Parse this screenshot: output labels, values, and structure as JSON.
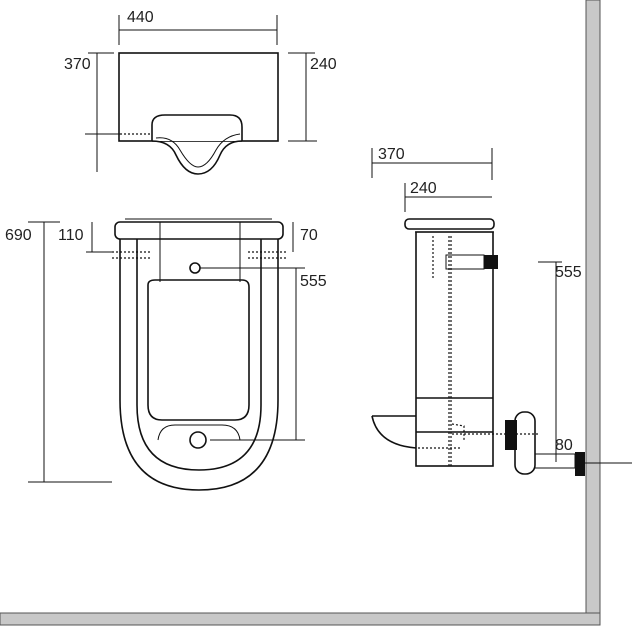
{
  "top_view": {
    "width_label": "440",
    "depth_label": "370",
    "depth2_label": "240"
  },
  "front_view": {
    "height_label": "690",
    "rim_label": "110",
    "rim2_label": "70",
    "outlet_label": "555"
  },
  "side_view": {
    "depth_label": "370",
    "depth2_label": "240",
    "outlet_height_label": "555",
    "pipe_label": "80"
  },
  "colors": {
    "wall": "#c8c8c8",
    "line": "#111111"
  }
}
